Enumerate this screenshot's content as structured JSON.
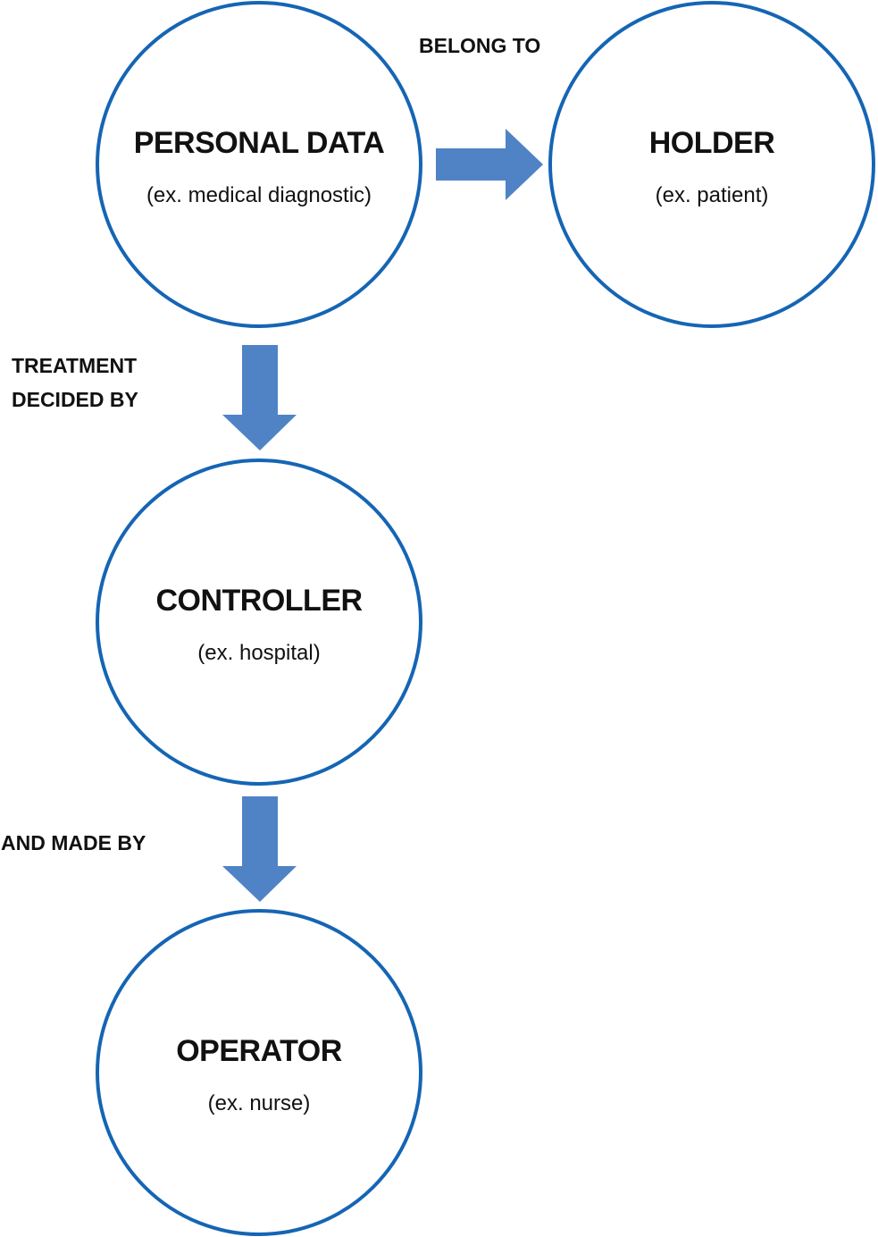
{
  "colors": {
    "circle_stroke": "#1565b4",
    "arrow_fill": "#5083c6",
    "text": "#111111",
    "background": "#ffffff"
  },
  "nodes": {
    "personal_data": {
      "title": "PERSONAL DATA",
      "example": "(ex. medical diagnostic)"
    },
    "holder": {
      "title": "HOLDER",
      "example": "(ex. patient)"
    },
    "controller": {
      "title": "CONTROLLER",
      "example": "(ex. hospital)"
    },
    "operator": {
      "title": "OPERATOR",
      "example": "(ex. nurse)"
    }
  },
  "edges": {
    "belong_to": {
      "label_lines": [
        "BELONG TO"
      ],
      "direction": "right"
    },
    "treatment": {
      "label_lines": [
        "TREATMENT",
        "DECIDED BY"
      ],
      "direction": "down"
    },
    "made_by": {
      "label_lines": [
        "AND MADE BY"
      ],
      "direction": "down"
    }
  }
}
